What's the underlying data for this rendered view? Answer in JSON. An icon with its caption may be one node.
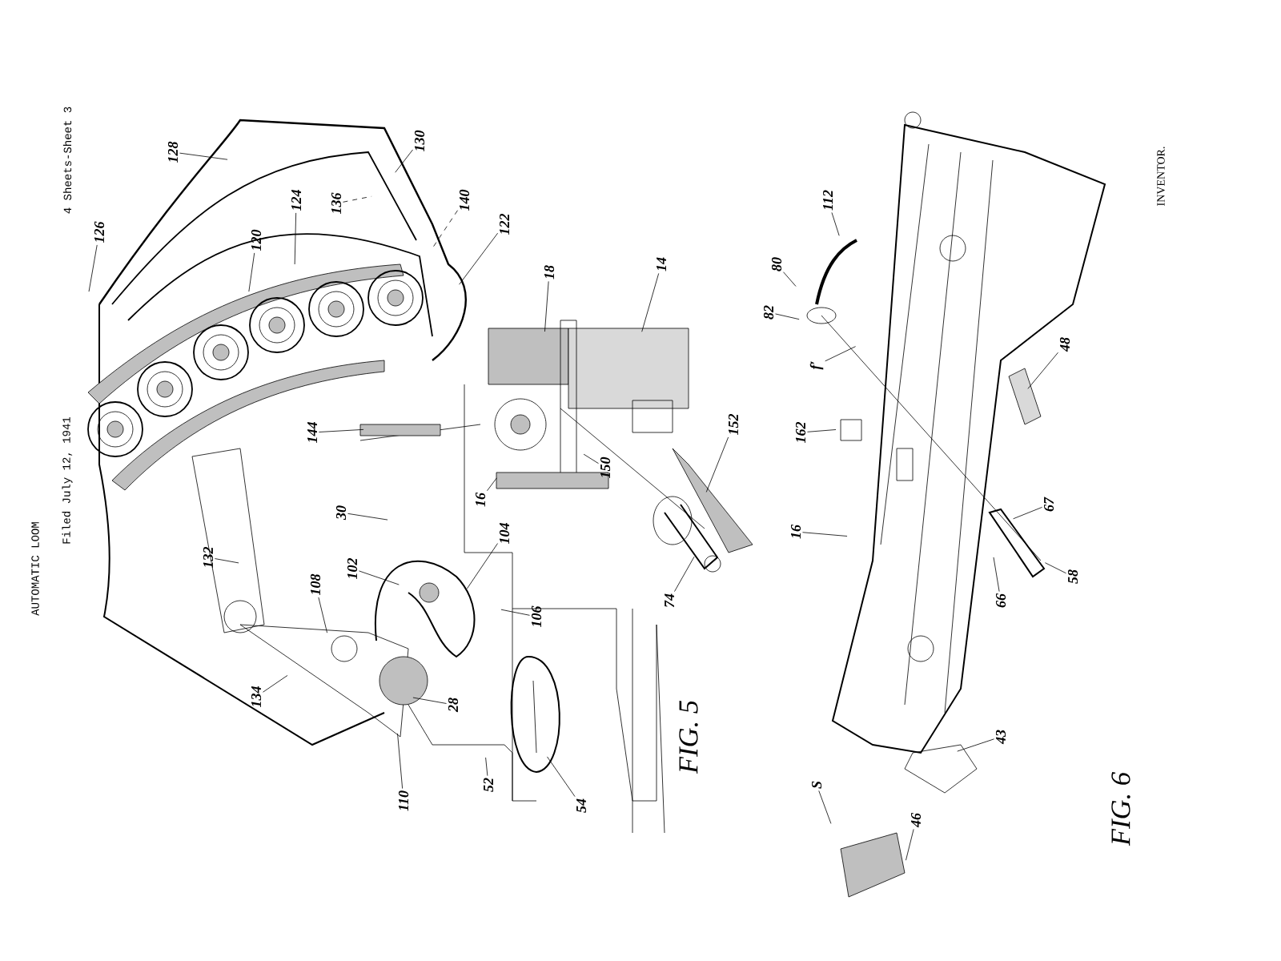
{
  "diagram": {
    "nodes": [
      {
        "text": [
          "128"
        ]
      },
      {
        "text": [
          "130"
        ]
      },
      {
        "text": [
          "126"
        ]
      },
      {
        "text": [
          "124"
        ]
      },
      {
        "text": [
          "136"
        ]
      },
      {
        "text": [
          "120"
        ]
      },
      {
        "text": [
          "140"
        ]
      },
      {
        "text": [
          "122"
        ]
      },
      {
        "text": [
          "18"
        ]
      },
      {
        "text": [
          "14"
        ]
      },
      {
        "text": [
          "144"
        ]
      },
      {
        "text": [
          "16"
        ]
      },
      {
        "text": [
          "150"
        ]
      },
      {
        "text": [
          "152"
        ]
      },
      {
        "text": [
          "104"
        ]
      },
      {
        "text": [
          "30"
        ]
      },
      {
        "text": [
          "102"
        ]
      },
      {
        "text": [
          "106"
        ]
      },
      {
        "text": [
          "74"
        ]
      },
      {
        "text": [
          "132"
        ]
      },
      {
        "text": [
          "108"
        ]
      },
      {
        "text": [
          "134"
        ]
      },
      {
        "text": [
          "28"
        ]
      },
      {
        "text": [
          "110"
        ]
      },
      {
        "text": [
          "52"
        ]
      },
      {
        "text": [
          "54"
        ]
      },
      {
        "text": [
          "112"
        ]
      },
      {
        "text": [
          "80"
        ]
      },
      {
        "text": [
          "82"
        ]
      },
      {
        "text": [
          "f′"
        ]
      },
      {
        "text": [
          "162"
        ]
      },
      {
        "text": [
          "48"
        ]
      },
      {
        "text": [
          "16"
        ]
      },
      {
        "text": [
          "67"
        ]
      },
      {
        "text": [
          "58"
        ]
      },
      {
        "text": [
          "66"
        ]
      },
      {
        "text": [
          "43"
        ]
      },
      {
        "text": [
          "S"
        ]
      },
      {
        "text": [
          "46"
        ]
      }
    ],
    "edges": [
      {
        "from": 0,
        "to": null,
        "arrow": "none"
      },
      {
        "from": 1,
        "to": null,
        "arrow": "none"
      },
      {
        "from": 2,
        "to": null,
        "arrow": "none"
      },
      {
        "from": 3,
        "to": null,
        "arrow": "none"
      },
      {
        "from": 4,
        "to": null,
        "arrow": "none",
        "style": "dashed"
      },
      {
        "from": 5,
        "to": null,
        "arrow": "none"
      },
      {
        "from": 6,
        "to": null,
        "arrow": "none",
        "style": "dashed"
      },
      {
        "from": 7,
        "to": null,
        "arrow": "none"
      },
      {
        "from": 8,
        "to": null,
        "arrow": "none"
      },
      {
        "from": 9,
        "to": null,
        "arrow": "none"
      },
      {
        "from": 10,
        "to": null,
        "arrow": "none"
      },
      {
        "from": 11,
        "to": null,
        "arrow": "none"
      },
      {
        "from": 12,
        "to": null,
        "arrow": "none"
      },
      {
        "from": 13,
        "to": null,
        "arrow": "none"
      },
      {
        "from": 14,
        "to": null,
        "arrow": "none"
      },
      {
        "from": 15,
        "to": null,
        "arrow": "none"
      },
      {
        "from": 16,
        "to": null,
        "arrow": "none"
      },
      {
        "from": 17,
        "to": null,
        "arrow": "none"
      },
      {
        "from": 18,
        "to": null,
        "arrow": "none"
      },
      {
        "from": 19,
        "to": null,
        "arrow": "none"
      },
      {
        "from": 20,
        "to": null,
        "arrow": "none"
      },
      {
        "from": 21,
        "to": null,
        "arrow": "none"
      },
      {
        "from": 22,
        "to": null,
        "arrow": "none"
      },
      {
        "from": 23,
        "to": null,
        "arrow": "none"
      },
      {
        "from": 24,
        "to": null,
        "arrow": "none"
      },
      {
        "from": 25,
        "to": null,
        "arrow": "none"
      },
      {
        "from": 26,
        "to": null,
        "arrow": "none"
      },
      {
        "from": 27,
        "to": null,
        "arrow": "none"
      },
      {
        "from": 28,
        "to": null,
        "arrow": "none"
      },
      {
        "from": 29,
        "to": null,
        "arrow": "none"
      },
      {
        "from": 30,
        "to": null,
        "arrow": "none"
      },
      {
        "from": 31,
        "to": null,
        "arrow": "none"
      },
      {
        "from": 32,
        "to": null,
        "arrow": "none"
      },
      {
        "from": 33,
        "to": null,
        "arrow": "none"
      },
      {
        "from": 34,
        "to": null,
        "arrow": "none"
      },
      {
        "from": 35,
        "to": null,
        "arrow": "none"
      },
      {
        "from": 36,
        "to": null,
        "arrow": "none"
      },
      {
        "from": 37,
        "to": null,
        "arrow": "none"
      },
      {
        "from": 38,
        "to": null,
        "arrow": "none"
      }
    ],
    "labels": [
      "AUTOMATIC LOOM",
      "Filed July 12, 1941",
      "4 Sheets-Sheet 3",
      "INVENTOR.",
      "FIG. 5",
      "FIG. 6"
    ]
  }
}
